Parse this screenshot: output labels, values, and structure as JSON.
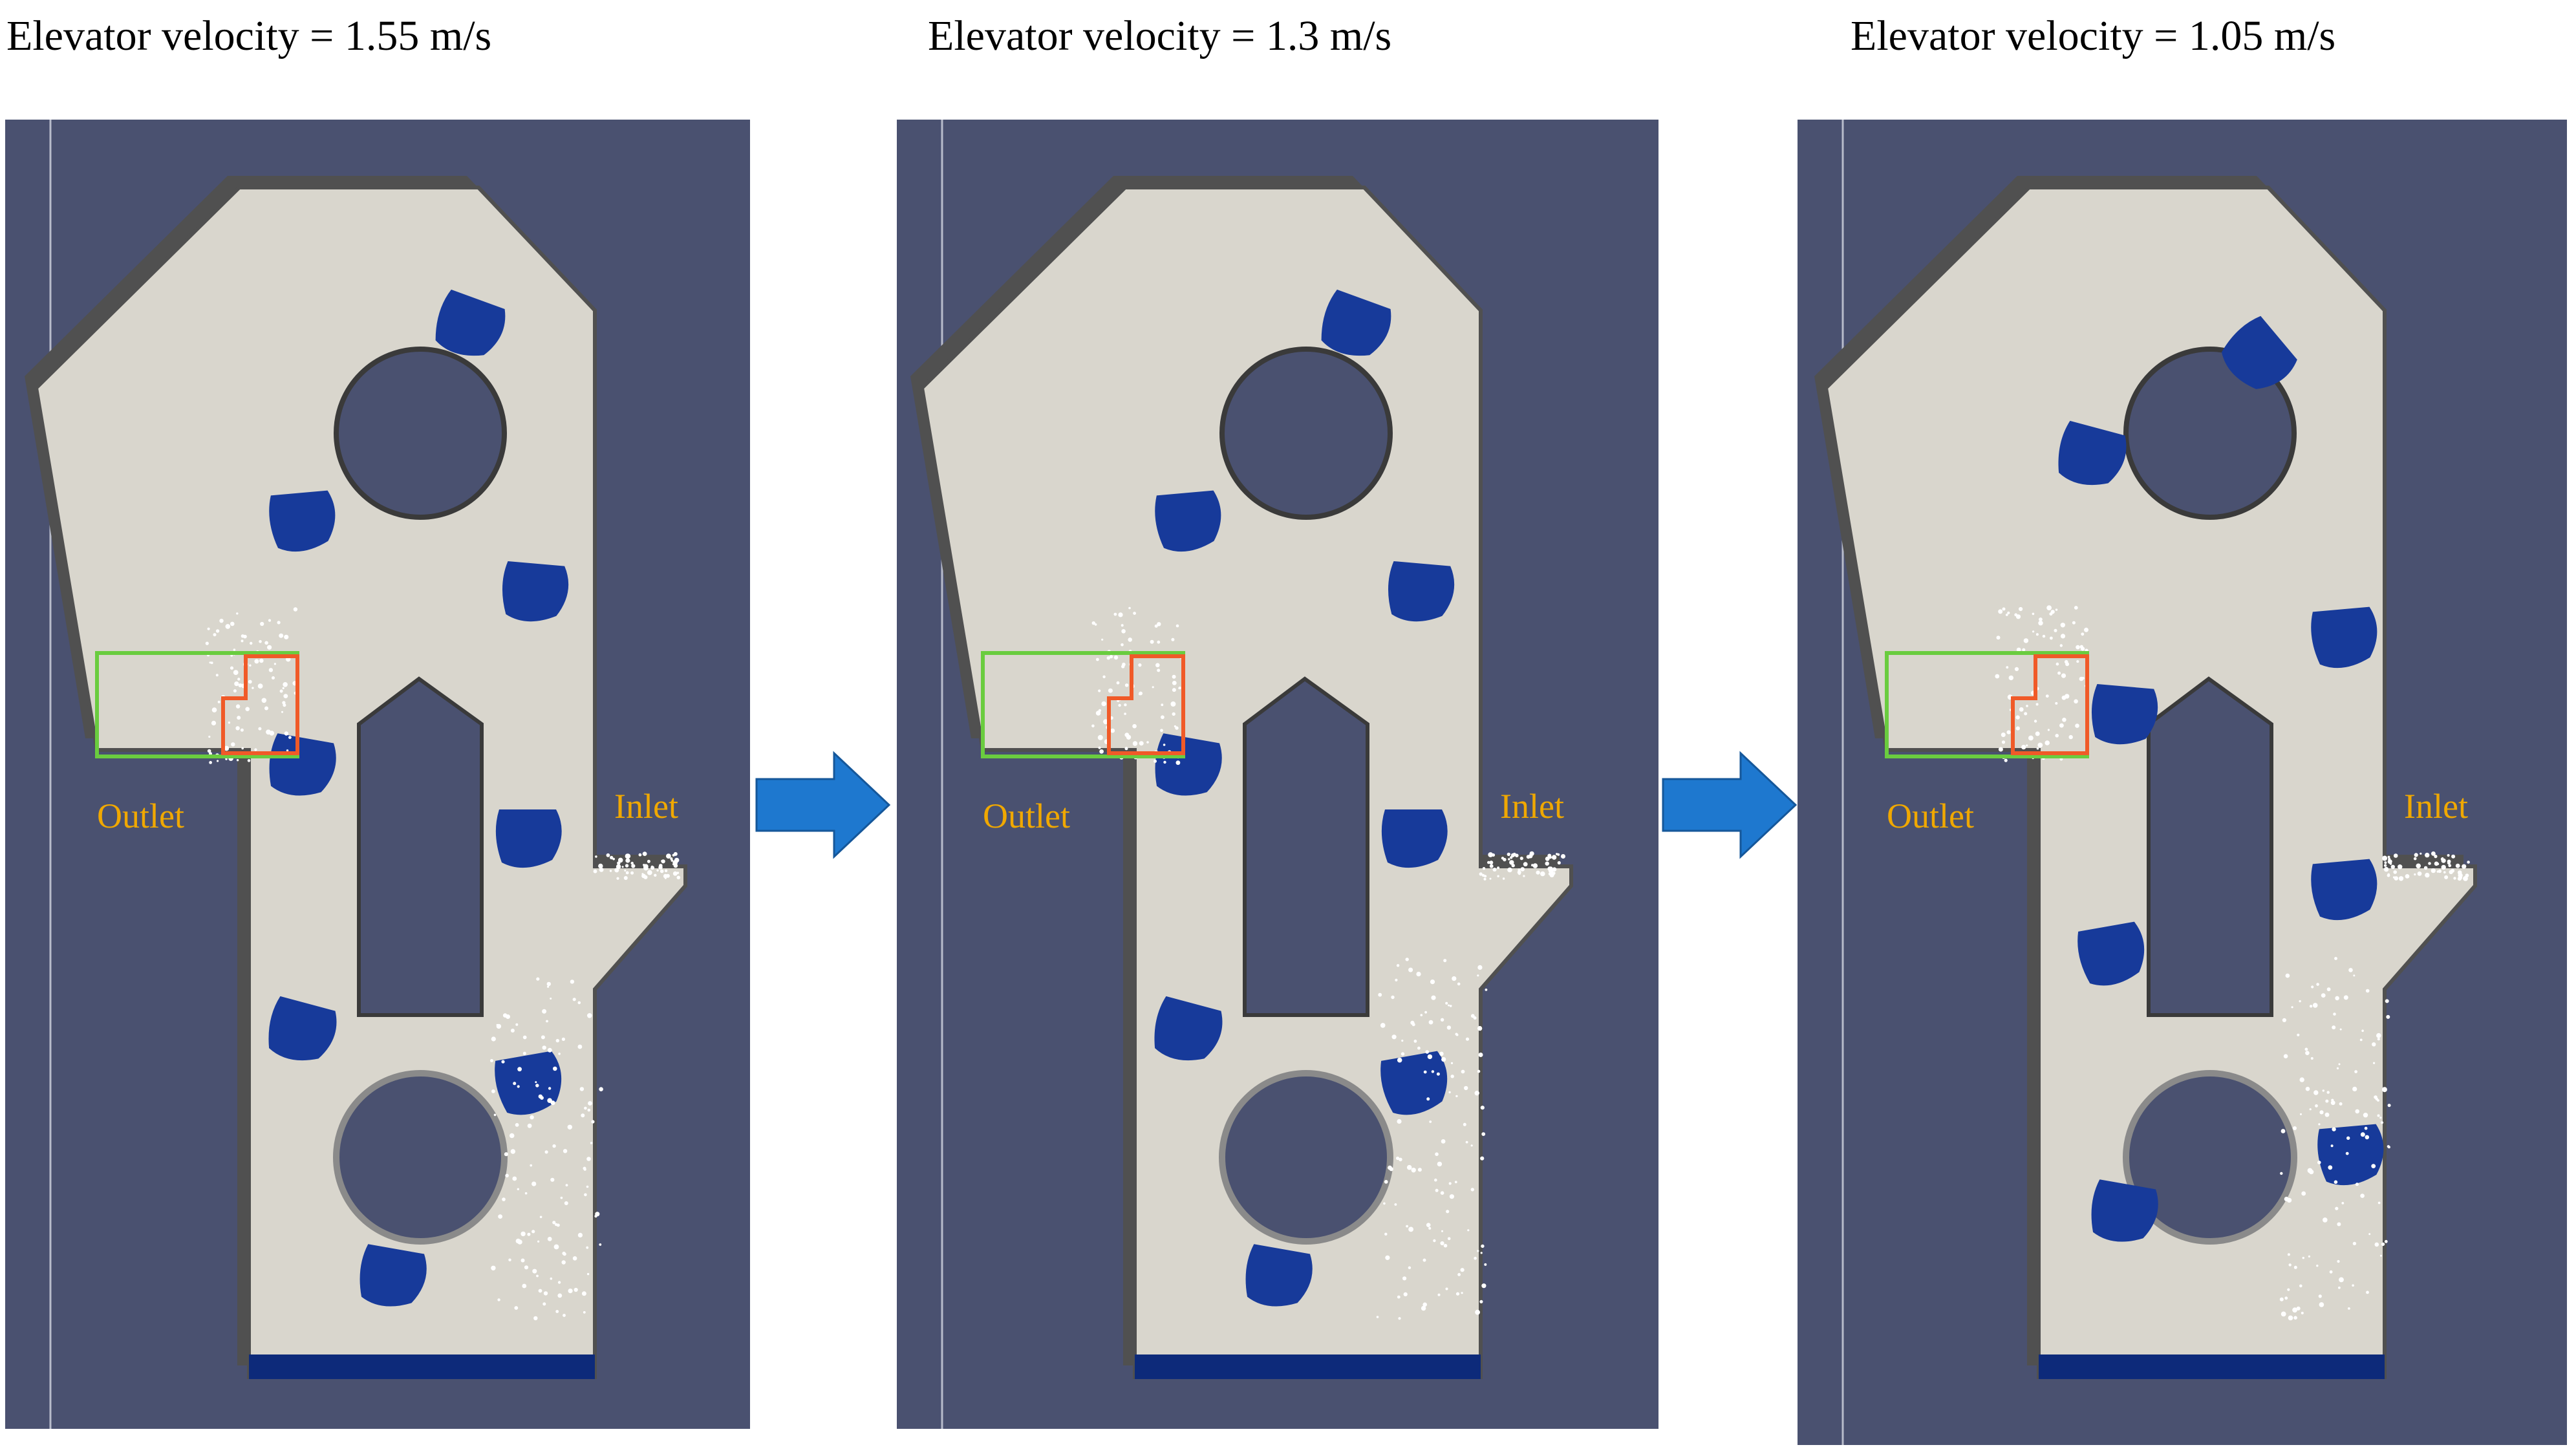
{
  "colors": {
    "background": "#4a5170",
    "housing": "#d9d6cd",
    "wall": "#505050",
    "bucket": "#173a9a",
    "particles": "#ffffff",
    "label_text": "#f0a800",
    "outlet_box": "#6acc3f",
    "bucket_box": "#f05a28",
    "arrow": "#1e78cf"
  },
  "panels": [
    {
      "title": "Elevator velocity = 1.55 m/s",
      "outlet_label": "Outlet",
      "inlet_label": "Inlet"
    },
    {
      "title": "Elevator velocity = 1.3 m/s",
      "outlet_label": "Outlet",
      "inlet_label": "Inlet"
    },
    {
      "title": "Elevator velocity = 1.05 m/s",
      "outlet_label": "Outlet",
      "inlet_label": "Inlet"
    }
  ],
  "arrow_icon": "right-arrow-icon"
}
